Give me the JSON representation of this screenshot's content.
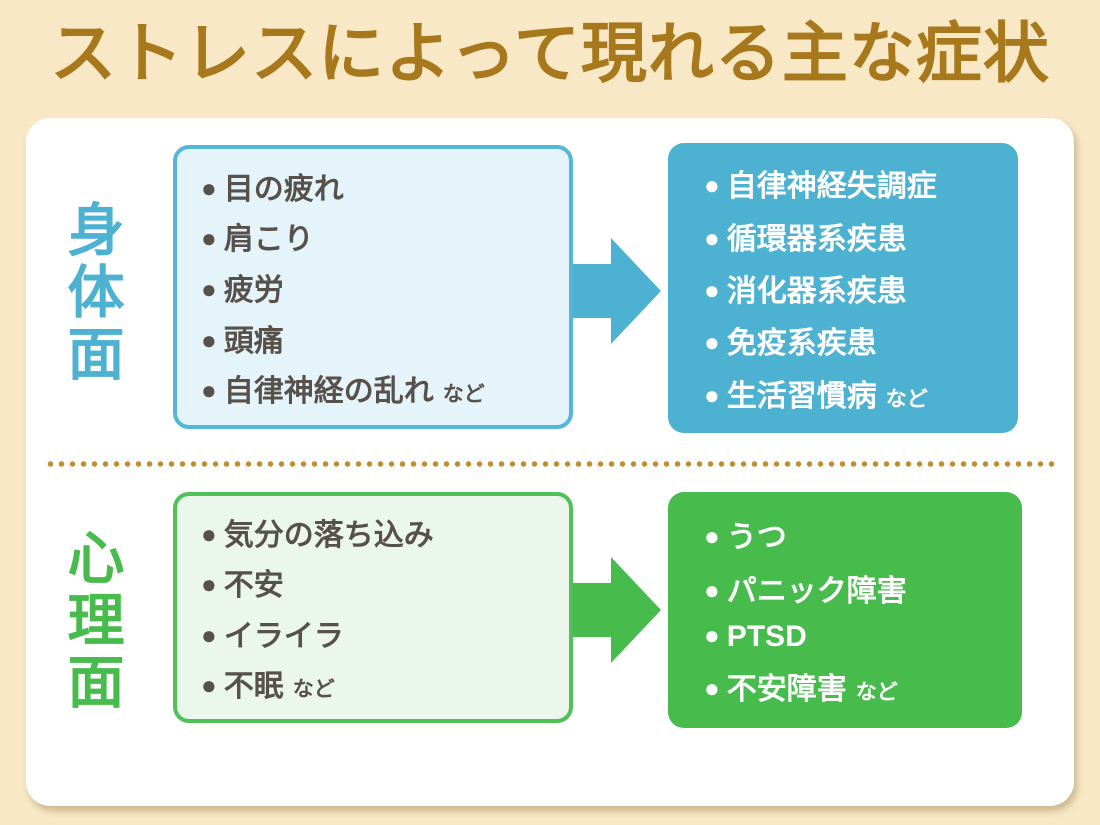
{
  "title": "ストレスによって現れる主な症状",
  "bullet_glyph": "●",
  "colors": {
    "background": "#F8E8C5",
    "title": "#A8791C",
    "panel": "#FFFFFF",
    "blue": "#4DB1D2",
    "blue-border": "#55B7D8",
    "blue-light": "#E5F4FA",
    "green": "#47BC4D",
    "green-border": "#50C159",
    "green-light": "#EBF7EC",
    "text-dark": "#57514B",
    "text-on-color": "#FFFFFF",
    "divider": "#BE8E2E"
  },
  "sections": [
    {
      "id": "physical",
      "label": "身体面",
      "symptoms": [
        {
          "text": "目の疲れ",
          "suffix": ""
        },
        {
          "text": "肩こり",
          "suffix": ""
        },
        {
          "text": "疲労",
          "suffix": ""
        },
        {
          "text": "頭痛",
          "suffix": ""
        },
        {
          "text": "自律神経の乱れ",
          "suffix": "など"
        }
      ],
      "outcomes": [
        {
          "text": "自律神経失調症",
          "suffix": ""
        },
        {
          "text": "循環器系疾患",
          "suffix": ""
        },
        {
          "text": "消化器系疾患",
          "suffix": ""
        },
        {
          "text": "免疫系疾患",
          "suffix": ""
        },
        {
          "text": "生活習慣病",
          "suffix": "など"
        }
      ]
    },
    {
      "id": "psychological",
      "label": "心理面",
      "symptoms": [
        {
          "text": "気分の落ち込み",
          "suffix": ""
        },
        {
          "text": "不安",
          "suffix": ""
        },
        {
          "text": "イライラ",
          "suffix": ""
        },
        {
          "text": "不眠",
          "suffix": "など"
        }
      ],
      "outcomes": [
        {
          "text": "うつ",
          "suffix": ""
        },
        {
          "text": "パニック障害",
          "suffix": ""
        },
        {
          "text": "PTSD",
          "suffix": ""
        },
        {
          "text": "不安障害",
          "suffix": "など"
        }
      ]
    }
  ]
}
